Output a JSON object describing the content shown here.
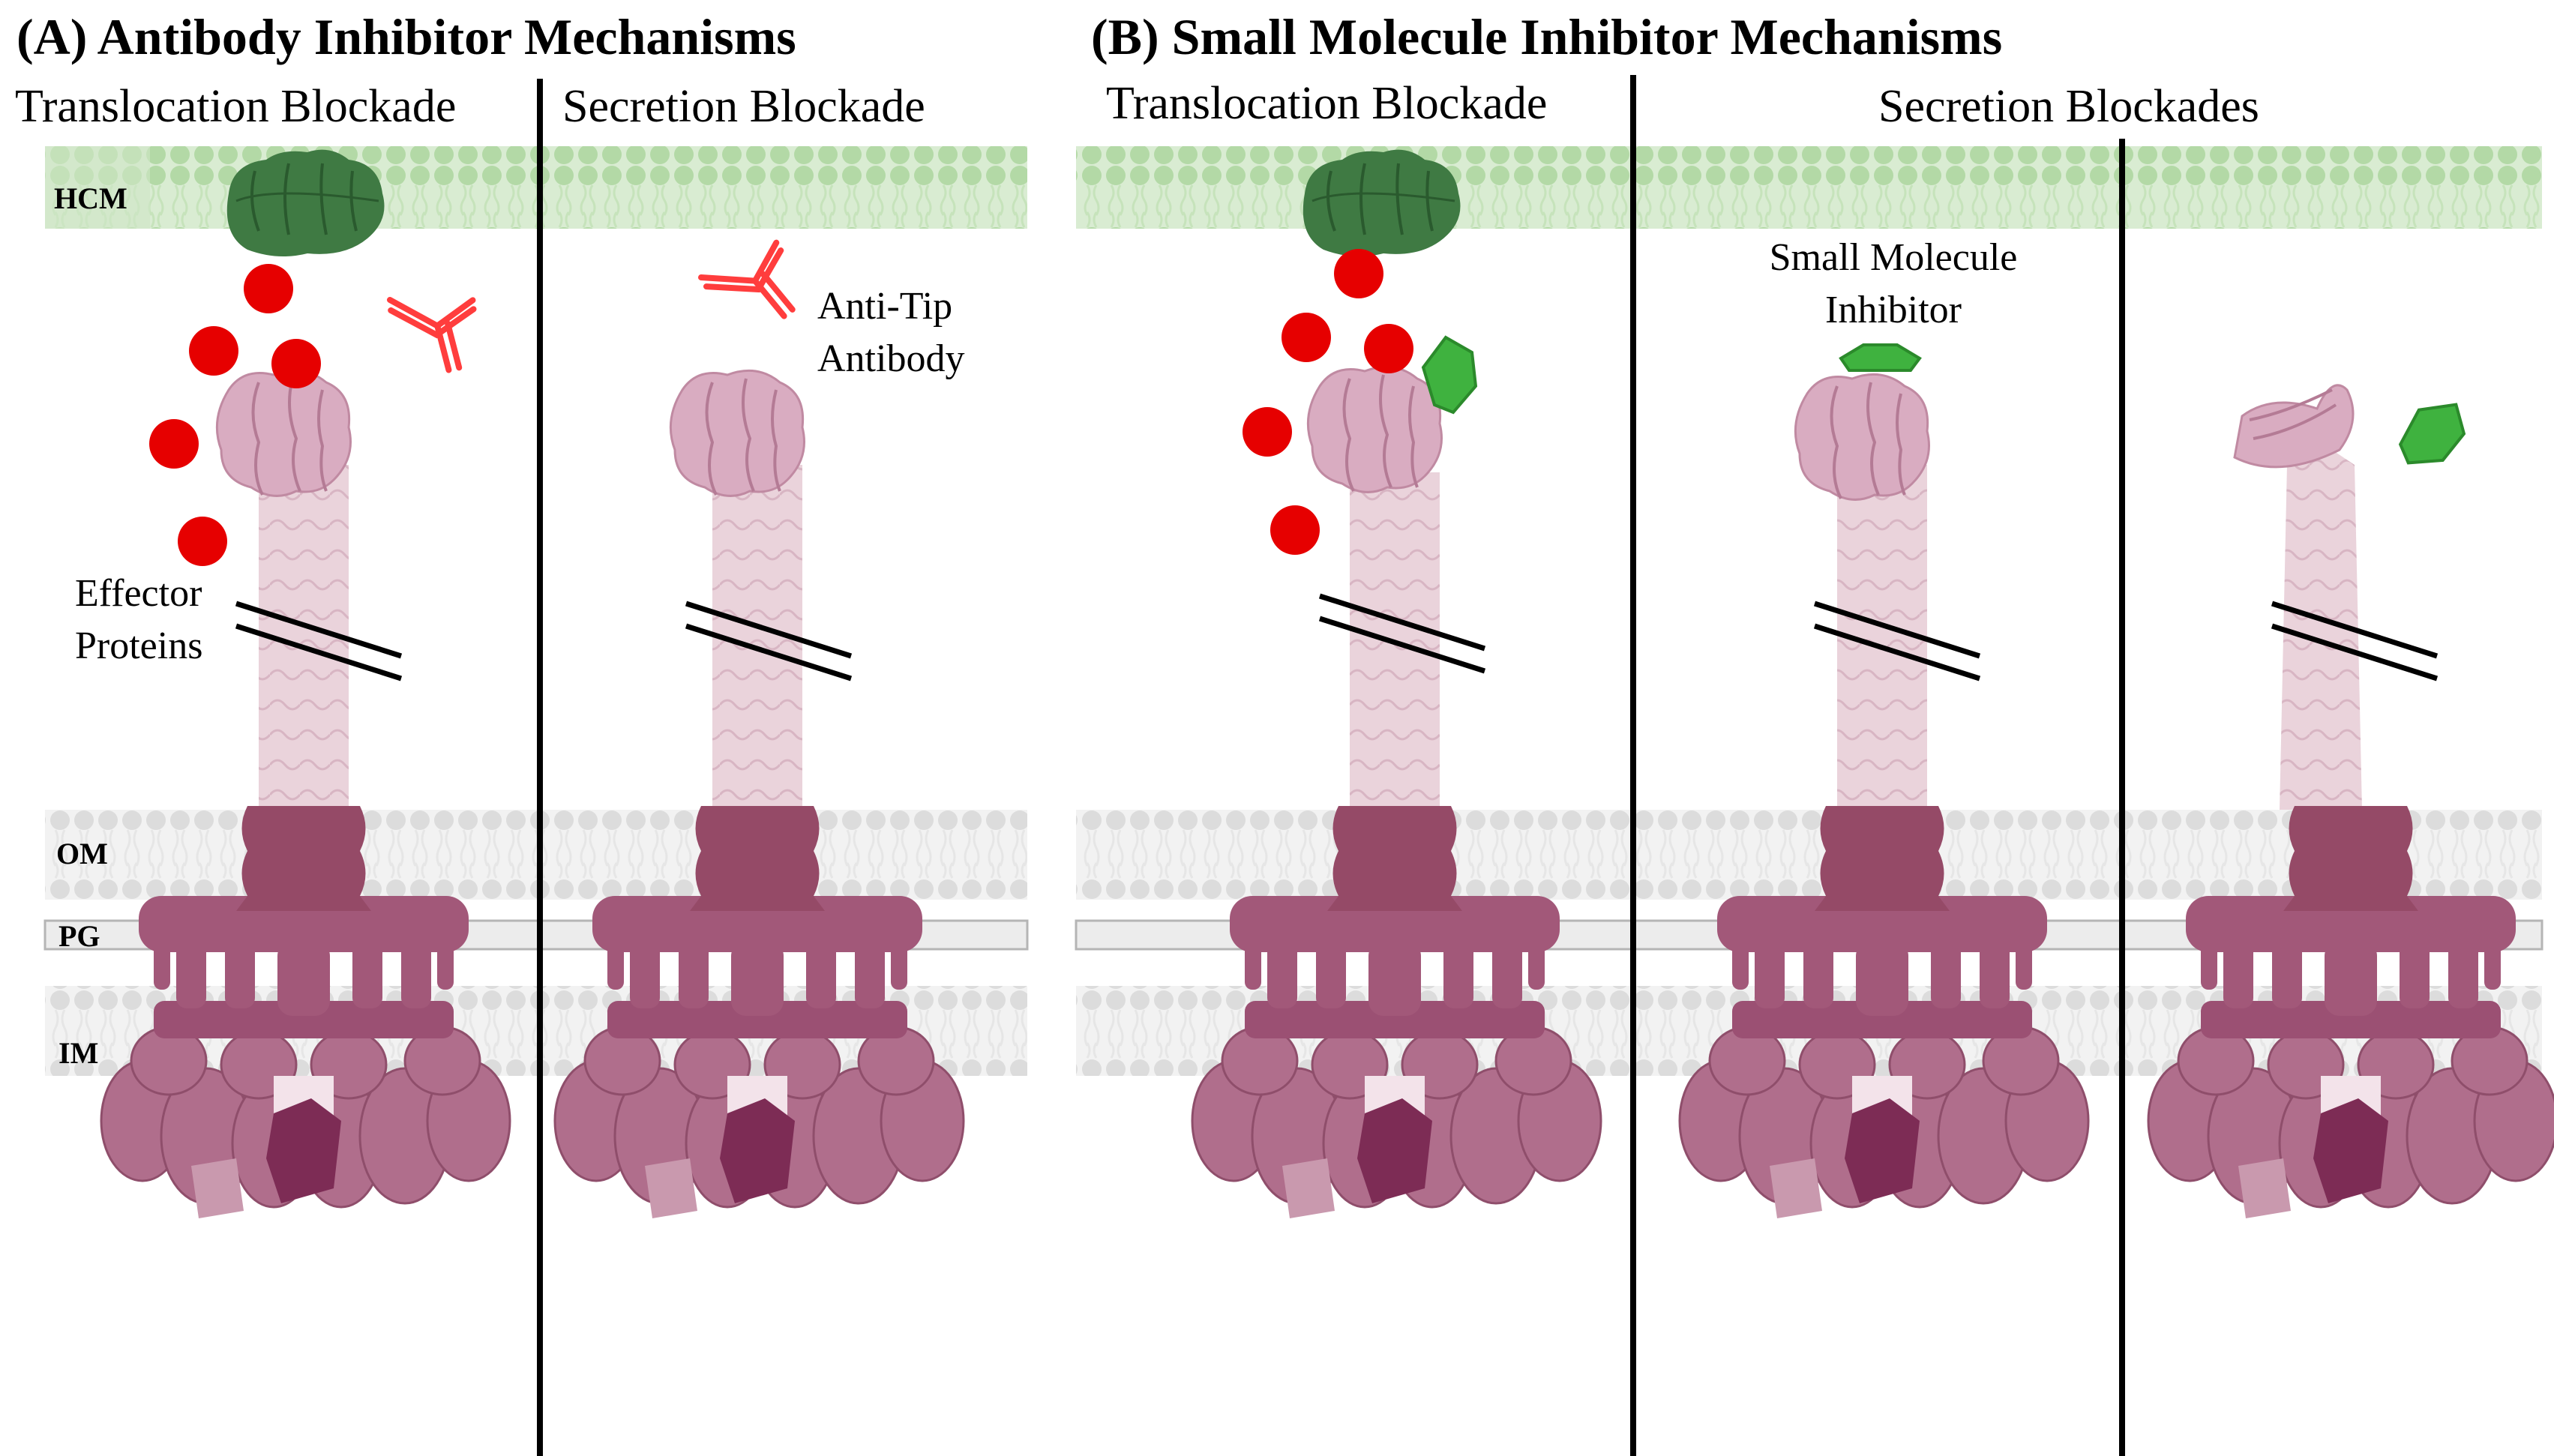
{
  "titles": {
    "panel_a": "(A) Antibody Inhibitor Mechanisms",
    "panel_b": "(B) Small Molecule Inhibitor Mechanisms"
  },
  "subtitles": {
    "a_translocation": "Translocation Blockade",
    "a_secretion": "Secretion Blockade",
    "b_translocation": "Translocation Blockade",
    "b_secretion": "Secretion Blockades"
  },
  "membranes": {
    "hcm": "HCM",
    "om": "OM",
    "pg": "PG",
    "im": "IM"
  },
  "labels": {
    "effector_line1": "Effector",
    "effector_line2": "Proteins",
    "antitip_line1": "Anti-Tip",
    "antitip_line2": "Antibody",
    "smi_line1": "Small Molecule",
    "smi_line2": "Inhibitor"
  },
  "colors": {
    "host_membrane": "#b9dcae",
    "bacterial_membrane": "#e1e1e1",
    "basal_body": "#954a67",
    "sorting_platform": "#b06e8c",
    "needle": "#e6cbd4",
    "tip": "#d9acc1",
    "translocon": "#3f7a43",
    "effector": "#e60000",
    "antibody": "#ff3d3d",
    "small_molecule": "#3fb23f",
    "divider": "#000000"
  }
}
